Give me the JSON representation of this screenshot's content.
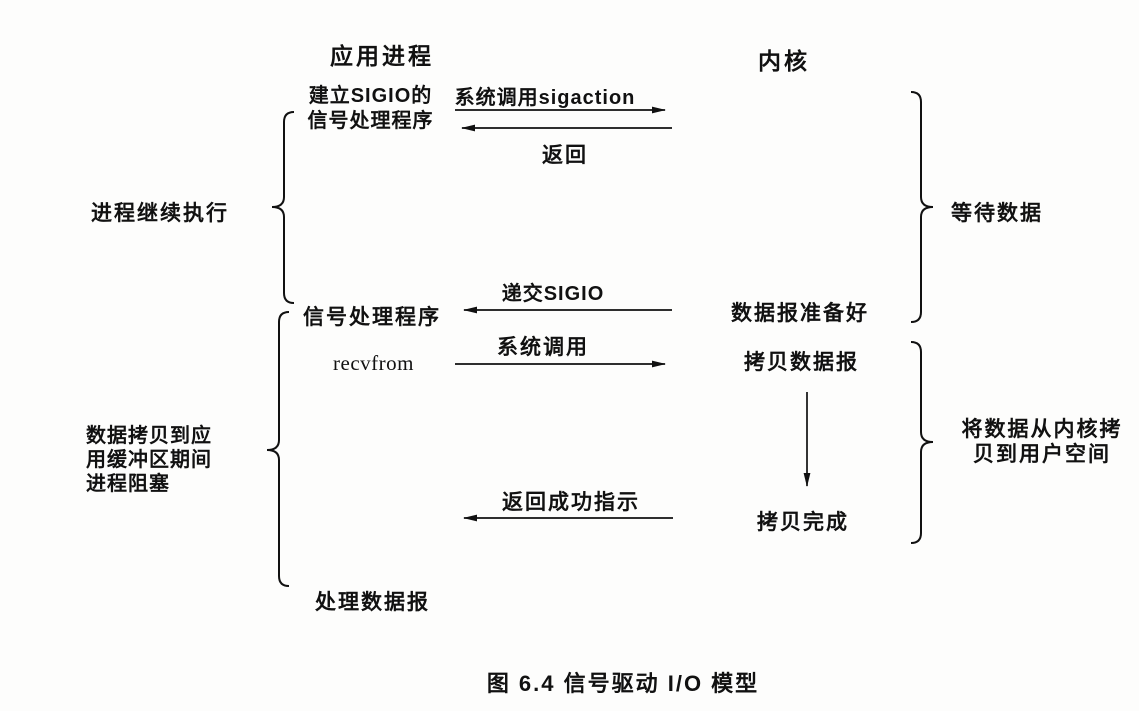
{
  "figure": {
    "headers": {
      "application": "应用进程",
      "kernel": "内核"
    },
    "application_column": {
      "setup_sigio_line1": "建立SIGIO的",
      "setup_sigio_line2": "信号处理程序",
      "continue_exec": "进程继续执行",
      "signal_handler": "信号处理程序",
      "recvfrom": "recvfrom",
      "blocked_line1": "数据拷贝到应",
      "blocked_line2": "用缓冲区期间",
      "blocked_line3": "进程阻塞",
      "process_datagram": "处理数据报"
    },
    "arrows": {
      "sigaction_call": "系统调用sigaction",
      "return_label": "返回",
      "deliver_sigio": "递交SIGIO",
      "system_call": "系统调用",
      "return_success": "返回成功指示"
    },
    "kernel_column": {
      "datagram_ready": "数据报准备好",
      "copy_datagram": "拷贝数据报",
      "copy_complete": "拷贝完成",
      "wait_data": "等待数据",
      "copy_kernel_line1": "将数据从内核拷",
      "copy_kernel_line2": "贝到用户空间"
    },
    "caption": "图 6.4  信号驱动 I/O 模型",
    "colors": {
      "background": "#fdfdfc",
      "ink": "#111111"
    }
  }
}
